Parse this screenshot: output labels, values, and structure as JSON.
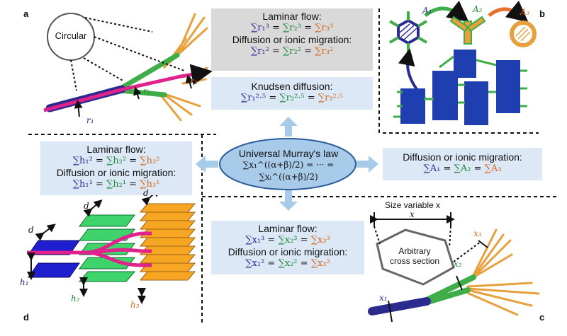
{
  "panels": {
    "a": "a",
    "b": "b",
    "c": "c",
    "d": "d"
  },
  "center": {
    "title": "Universal Murray's law",
    "equation": "∑x₁^((α+β)/2) = ··· = ∑xᵢ^((α+β)/2)"
  },
  "top_gray": {
    "laminar": "Laminar flow:",
    "lam_eq": [
      "∑r₁³",
      " = ",
      "∑r₂³",
      " = ",
      "∑r₃³"
    ],
    "diff": "Diffusion or ionic migration:",
    "diff_eq": [
      "∑r₁²",
      " = ",
      "∑r₂²",
      " = ",
      "∑r₃²"
    ]
  },
  "knudsen": {
    "title": "Knudsen diffusion:",
    "eq": [
      "∑r₁²·⁵",
      " = ",
      "∑r₂²·⁵",
      " = ",
      "∑r₃²·⁵"
    ]
  },
  "left_box": {
    "laminar": "Laminar flow:",
    "lam_eq": [
      "∑h₁²",
      " = ",
      "∑h₂²",
      " = ",
      "∑h₃²"
    ],
    "diff": "Diffusion or ionic migration:",
    "diff_eq": [
      "∑h₁¹",
      " = ",
      "∑h₂¹",
      " = ",
      "∑h₃¹"
    ]
  },
  "right_box": {
    "title": "Diffusion or ionic migration:",
    "eq": [
      "∑A₁",
      " = ",
      "∑A₂",
      " = ",
      "∑A₃"
    ]
  },
  "bottom_box": {
    "laminar": "Laminar flow:",
    "lam_eq": [
      "∑x₁³",
      " = ",
      "∑x₂³",
      " = ",
      "∑x₃³"
    ],
    "diff": "Diffusion or ionic migration:",
    "diff_eq": [
      "∑x₁²",
      " = ",
      "∑x₂²",
      " = ",
      "∑x₃²"
    ]
  },
  "panel_a": {
    "circular": "Circular",
    "r1": "r₁",
    "r2": "r₂",
    "r3": "r₃"
  },
  "panel_b": {
    "a1": "A₁",
    "a2": "A₂",
    "a3": "A₃"
  },
  "panel_c": {
    "size_variable": "Size variable x",
    "x": "x",
    "arbitrary": "Arbitrary",
    "cross_section": "cross section",
    "x1": "x₁",
    "x2": "x₂",
    "x3": "x₃"
  },
  "panel_d": {
    "d": "d",
    "h1": "h₁",
    "h2": "h₂",
    "h3": "h₃"
  },
  "colors": {
    "blue": "#2b2b8f",
    "green": "#1e8a3a",
    "orange": "#e8a03c",
    "magenta": "#e0228c",
    "lightblue": "#dce8f5",
    "gray": "#d9d9d9"
  }
}
